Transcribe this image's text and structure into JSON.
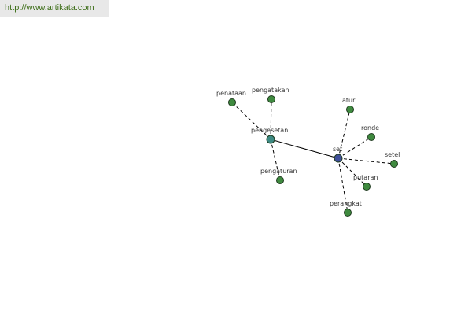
{
  "watermark": {
    "text": "http://www.artikata.com"
  },
  "graph": {
    "center": {
      "id": "set",
      "label": "set",
      "color": "#3f4f9a"
    },
    "hub": {
      "id": "pengesetan",
      "label": "pengesetan",
      "color": "#3d8a83"
    },
    "leaf_color": "#3f8a3f",
    "leaves": [
      {
        "id": "atur",
        "label": "atur",
        "parent": "set"
      },
      {
        "id": "ronde",
        "label": "ronde",
        "parent": "set"
      },
      {
        "id": "setel",
        "label": "setel",
        "parent": "set"
      },
      {
        "id": "putaran",
        "label": "putaran",
        "parent": "set"
      },
      {
        "id": "perangkat",
        "label": "perangkat",
        "parent": "set"
      },
      {
        "id": "penataan",
        "label": "penataan",
        "parent": "pengesetan"
      },
      {
        "id": "pengatakan",
        "label": "pengatakan",
        "parent": "pengesetan"
      },
      {
        "id": "pengaturan",
        "label": "pengaturan",
        "parent": "pengesetan"
      }
    ]
  }
}
